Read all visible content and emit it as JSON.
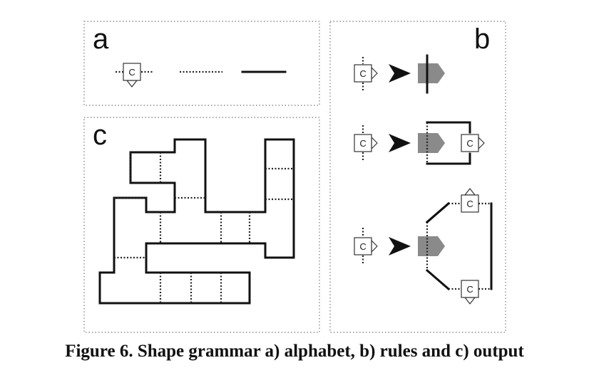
{
  "caption": "Figure 6. Shape grammar a) alphabet, b) rules and c) output",
  "panels": {
    "a": {
      "label": "a"
    },
    "b": {
      "label": "b"
    },
    "c": {
      "label": "c"
    }
  },
  "symbol_label": "C"
}
